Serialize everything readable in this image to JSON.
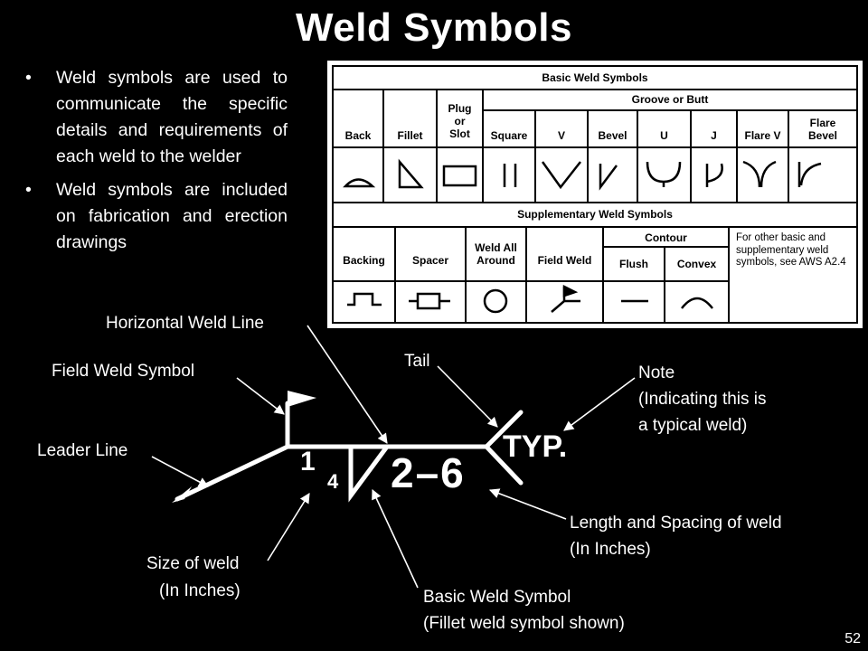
{
  "title": "Weld Symbols",
  "bullets": [
    "Weld symbols are used to communicate the specific details and requirements of each weld to the welder",
    "Weld symbols are included on fabrication and erection drawings"
  ],
  "bullet_glyph": "•",
  "chart": {
    "basic_header": "Basic Weld Symbols",
    "groove_header": "Groove or Butt",
    "basic_columns": [
      "Back",
      "Fillet",
      "Plug\nor\nSlot",
      "Square",
      "V",
      "Bevel",
      "U",
      "J",
      "Flare V",
      "Flare\nBevel"
    ],
    "supplementary_header": "Supplementary Weld Symbols",
    "contour_header": "Contour",
    "supplementary_columns": [
      "Backing",
      "Spacer",
      "Weld All\nAround",
      "Field Weld",
      "Flush",
      "Convex"
    ],
    "note": "For other basic and supplementary weld symbols, see AWS A2.4"
  },
  "weld": {
    "fraction_num": "1",
    "fraction_den": "4",
    "length_spacing": "2–6",
    "note": "TYP."
  },
  "labels": {
    "horizontal_weld_line": "Horizontal Weld Line",
    "field_weld_symbol": "Field Weld Symbol",
    "leader_line": "Leader Line",
    "tail": "Tail",
    "note_line1": "Note",
    "note_line2": "(Indicating this is",
    "note_line3": "a typical weld)",
    "length_line1": "Length and Spacing of weld",
    "length_line2": "(In Inches)",
    "size_line1": "Size of weld",
    "size_line2": "(In Inches)",
    "basic_line1": "Basic Weld Symbol",
    "basic_line2": "(Fillet weld symbol shown)"
  },
  "page_number": "52"
}
